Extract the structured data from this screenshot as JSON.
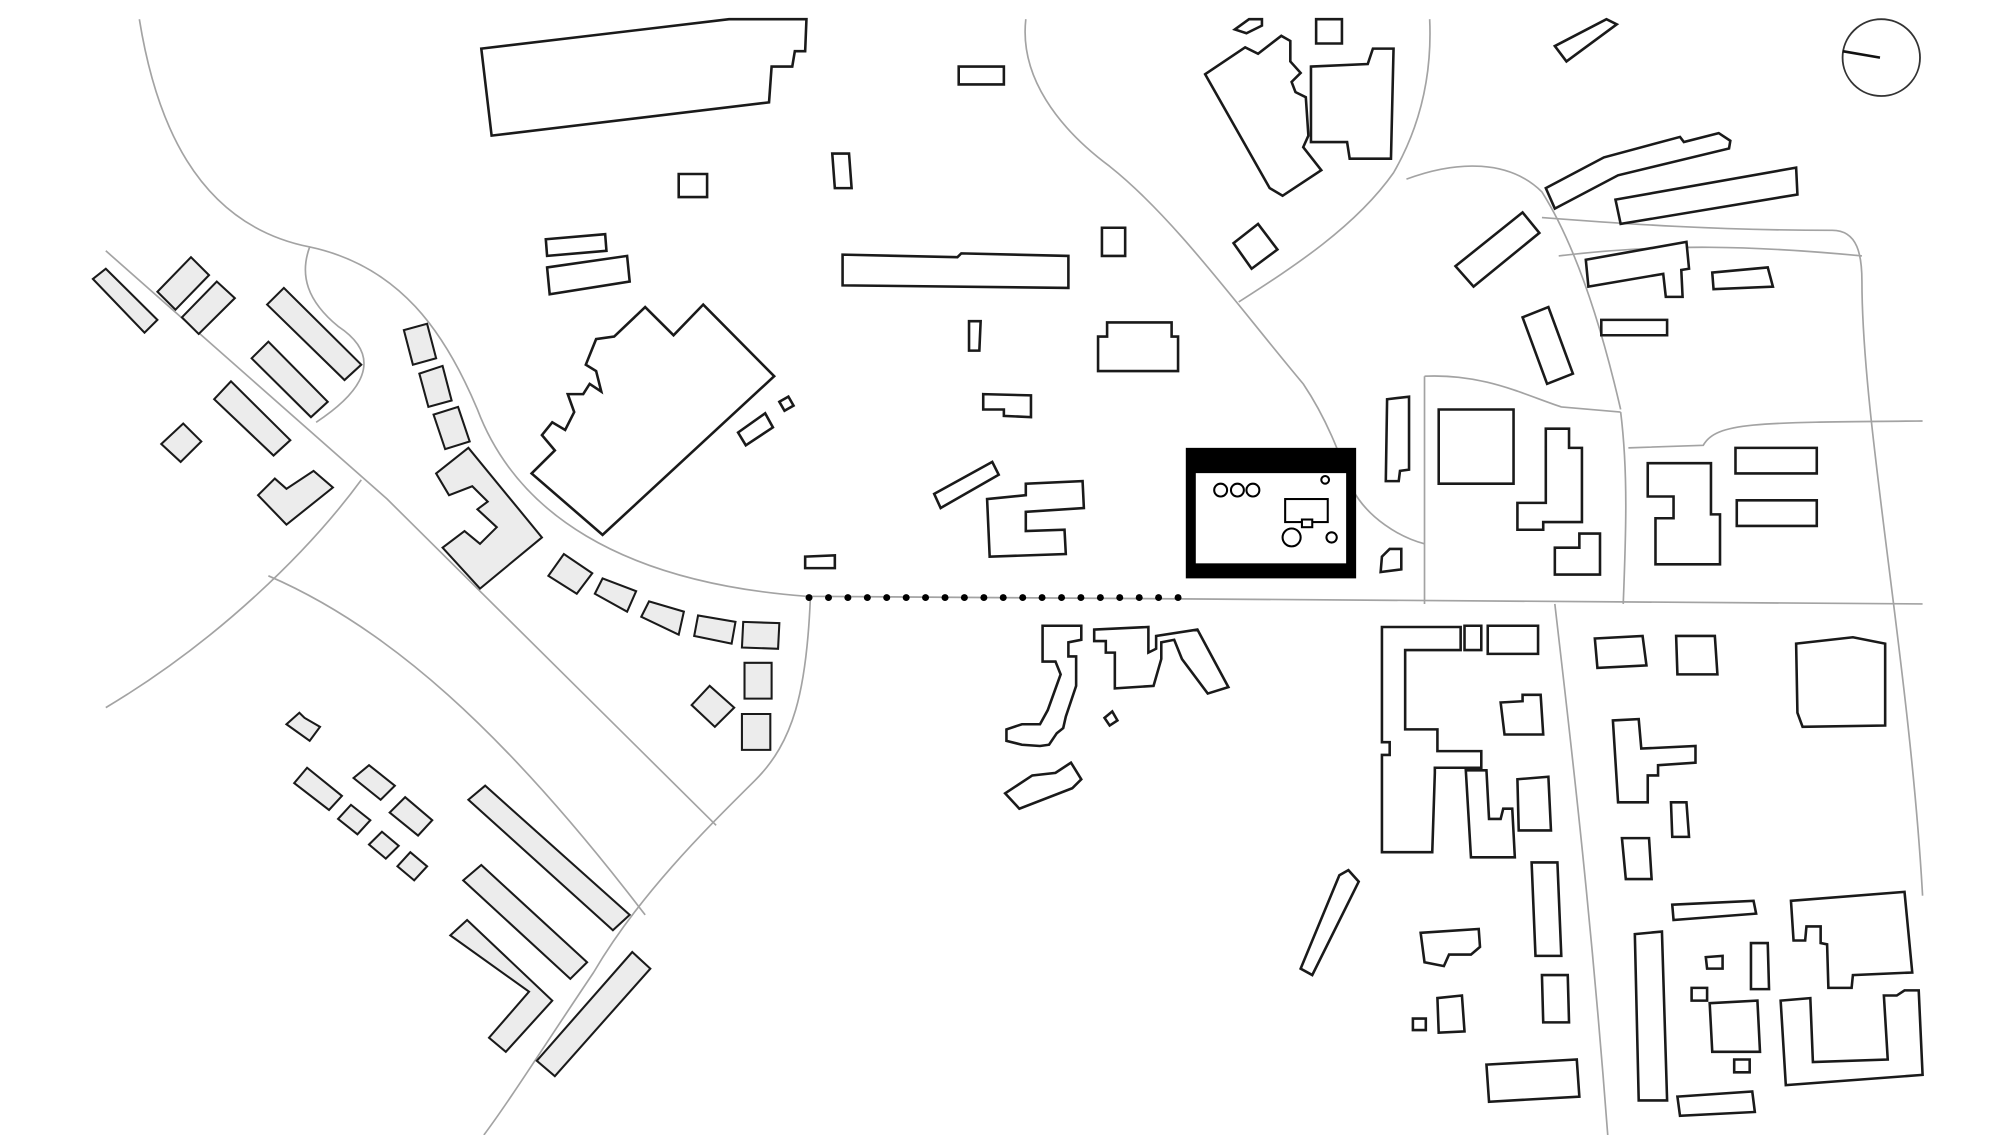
{
  "map": {
    "style": "architectural site plan, black outlines on white",
    "colors": {
      "background": "#ffffff",
      "building_outline": "#1a1a1a",
      "building_grey_fill": "#ececec",
      "road_line": "#a3a3a3",
      "site_highlight": "#000000",
      "footpath": "#000000"
    },
    "layers": [
      {
        "name": "roads",
        "style": "thin grey lines"
      },
      {
        "name": "outlined-buildings",
        "style": "black outline, white fill"
      },
      {
        "name": "hatched-buildings",
        "style": "black outline, light grey fill"
      },
      {
        "name": "project-site",
        "style": "thick black frame with inner plan"
      },
      {
        "name": "footpath",
        "style": "dotted black line"
      }
    ],
    "icons": [
      "north-arrow-icon"
    ]
  }
}
